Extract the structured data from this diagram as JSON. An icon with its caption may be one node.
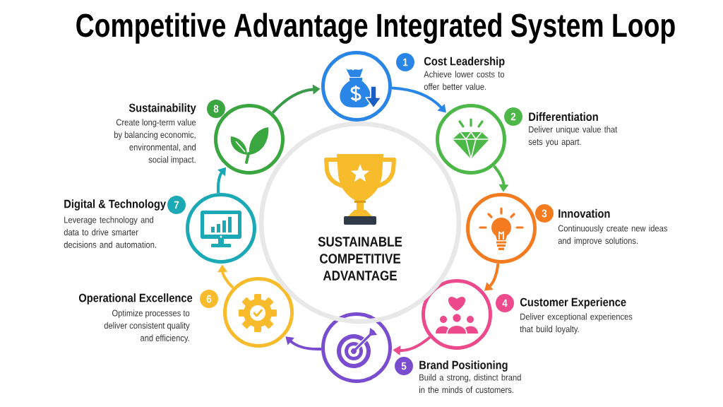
{
  "diagram": {
    "title": "Competitive Advantage Integrated System Loop",
    "nodes": [
      {
        "text": [
          "Cost Leadership",
          "Achieve lower costs to offer better value."
        ],
        "beside": [
          "1"
        ]
      },
      {
        "text": [
          "Differentiation",
          "Deliver unique value that sets you apart."
        ],
        "beside": [
          "2"
        ]
      },
      {
        "text": [
          "Innovation",
          "Continuously create new ideas and improve solutions."
        ],
        "beside": [
          "3"
        ]
      },
      {
        "text": [
          "Customer Experience",
          "Deliver exceptional experiences that build loyalty."
        ],
        "beside": [
          "4"
        ]
      },
      {
        "text": [
          "Brand Positioning",
          "Build a strong, distinct brand in the minds of customers."
        ],
        "beside": [
          "5"
        ]
      },
      {
        "text": [
          "Operational Excellence",
          "Optimize processes to deliver consistent quality and efficiency."
        ],
        "beside": [
          "6"
        ]
      },
      {
        "text": [
          "Digital & Technology",
          "Leverage technology and data to drive smarter decisions and automation."
        ],
        "beside": [
          "7"
        ]
      },
      {
        "text": [
          "Sustainability",
          "Create long-term value by balancing economic, environmental, and social impact."
        ],
        "beside": [
          "8"
        ]
      },
      {
        "text": [
          "SUSTAINABLE COMPETITIVE ADVANTAGE"
        ]
      }
    ],
    "edges": [
      {
        "from": 0,
        "to": 1,
        "arrow": "to",
        "color": "#2a86e6"
      },
      {
        "from": 1,
        "to": 2,
        "arrow": "to",
        "color": "#4db848"
      },
      {
        "from": 2,
        "to": 3,
        "arrow": "to",
        "color": "#f47b20"
      },
      {
        "from": 3,
        "to": 4,
        "arrow": "to",
        "color": "#ec4a8c"
      },
      {
        "from": 4,
        "to": 5,
        "arrow": "to",
        "color": "#7a4ccf"
      },
      {
        "from": 5,
        "to": 6,
        "arrow": "to",
        "color": "#f7bb2c"
      },
      {
        "from": 6,
        "to": 7,
        "arrow": "to",
        "color": "#1aa9b5"
      },
      {
        "from": 7,
        "to": 0,
        "arrow": "to",
        "color": "#3a9a48"
      }
    ]
  }
}
